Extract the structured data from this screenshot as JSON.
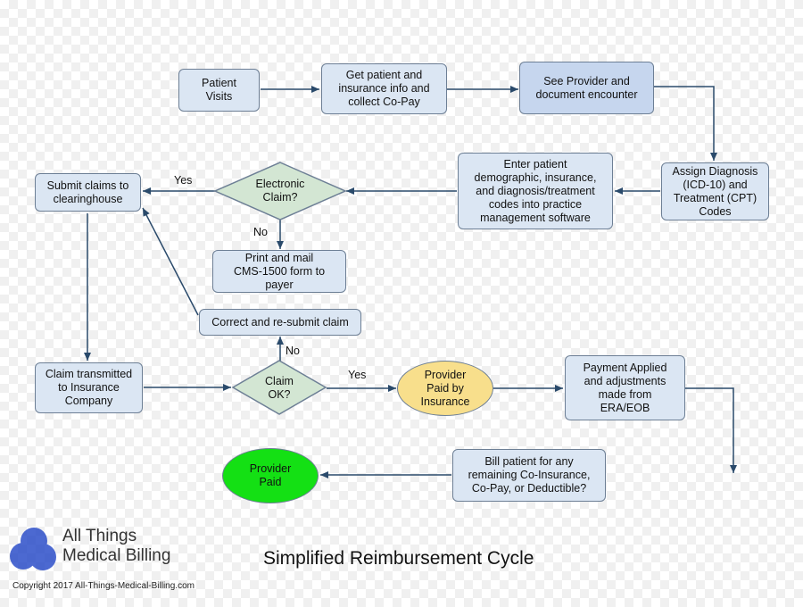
{
  "nodes": {
    "patient_visits": "Patient\nVisits",
    "get_info": "Get patient and\ninsurance info and\ncollect Co-Pay",
    "see_provider": "See Provider and\ndocument encounter",
    "assign_diagnosis": "Assign Diagnosis\n(ICD-10) and\nTreatment (CPT)\nCodes",
    "enter_data": "Enter patient\ndemographic, insurance,\nand diagnosis/treatment\ncodes into practice\nmanagement software",
    "electronic_claim": "Electronic\nClaim?",
    "submit_claims": "Submit claims to\nclearinghouse",
    "print_mail": "Print and mail\nCMS-1500 form to\npayer",
    "correct_resubmit": "Correct and re-submit claim",
    "claim_transmitted": "Claim transmitted\nto Insurance\nCompany",
    "claim_ok": "Claim\nOK?",
    "provider_paid_insurance": "Provider\nPaid by\nInsurance",
    "payment_applied": "Payment Applied\nand adjustments\nmade from\nERA/EOB",
    "bill_patient": "Bill patient for any\nremaining Co-Insurance,\nCo-Pay, or Deductible?",
    "provider_paid": "Provider\nPaid"
  },
  "edge_labels": {
    "yes_electronic": "Yes",
    "no_electronic": "No",
    "no_claim_ok": "No",
    "yes_claim_ok": "Yes"
  },
  "title": "Simplified Reimbursement Cycle",
  "brand": "All Things\nMedical Billing",
  "copyright": "Copyright 2017 All-Things-Medical-Billing.com",
  "colors": {
    "box_fill": "#dbe6f3",
    "box_stroke": "#6d7f95",
    "diamond_fill": "#d3e6d3",
    "yellow_oval": "#f8df8c",
    "green_oval": "#14e014",
    "arrow": "#2a4a6b",
    "logo_circle": "#2d4fc9"
  }
}
